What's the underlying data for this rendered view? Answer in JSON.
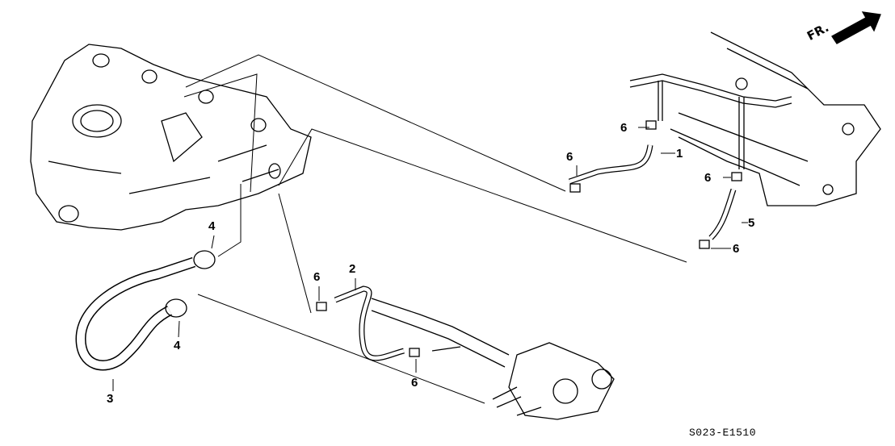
{
  "diagram": {
    "direction_label": "FR.",
    "diagram_code": "S023-E1510",
    "callouts": [
      "1",
      "2",
      "3",
      "4",
      "4",
      "5",
      "6",
      "6",
      "6",
      "6",
      "6",
      "6"
    ]
  }
}
